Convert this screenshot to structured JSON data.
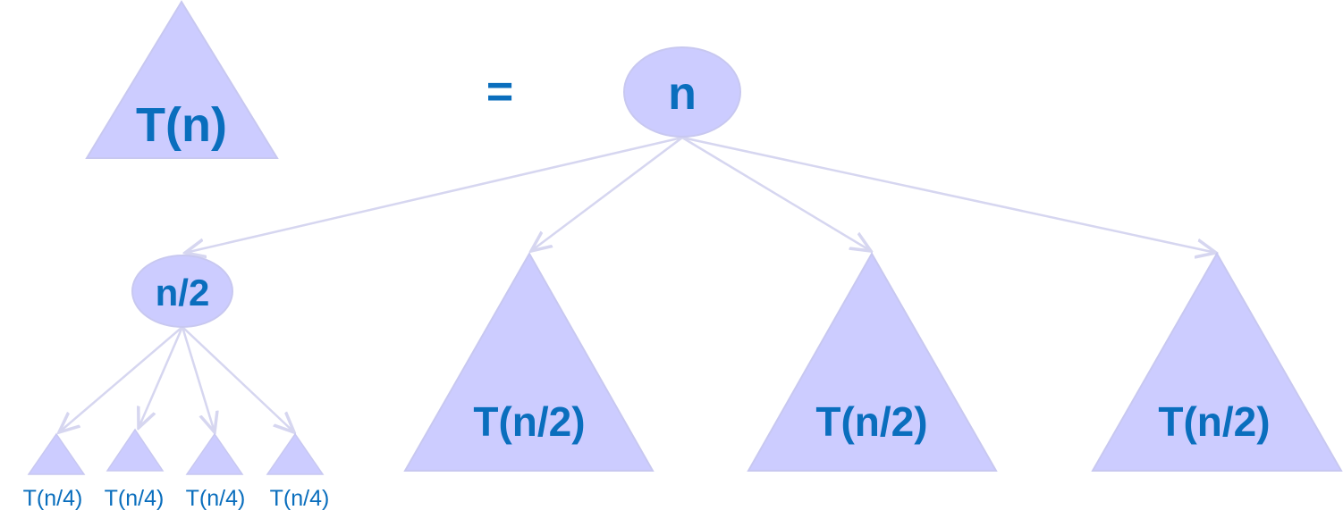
{
  "colors": {
    "shape_fill": "#ccccff",
    "shape_stroke": "#c8c8f0",
    "edge": "#d6d6f0",
    "text": "#0a6ebd"
  },
  "lhs": {
    "triangle_label": "T(n)",
    "equals": "="
  },
  "root": {
    "label": "n"
  },
  "children": [
    {
      "label": "n/2",
      "grandchildren": [
        "T(n/4)",
        "T(n/4)",
        "T(n/4)",
        "T(n/4)"
      ]
    },
    {
      "label": "T(n/2)"
    },
    {
      "label": "T(n/2)"
    },
    {
      "label": "T(n/2)"
    }
  ]
}
